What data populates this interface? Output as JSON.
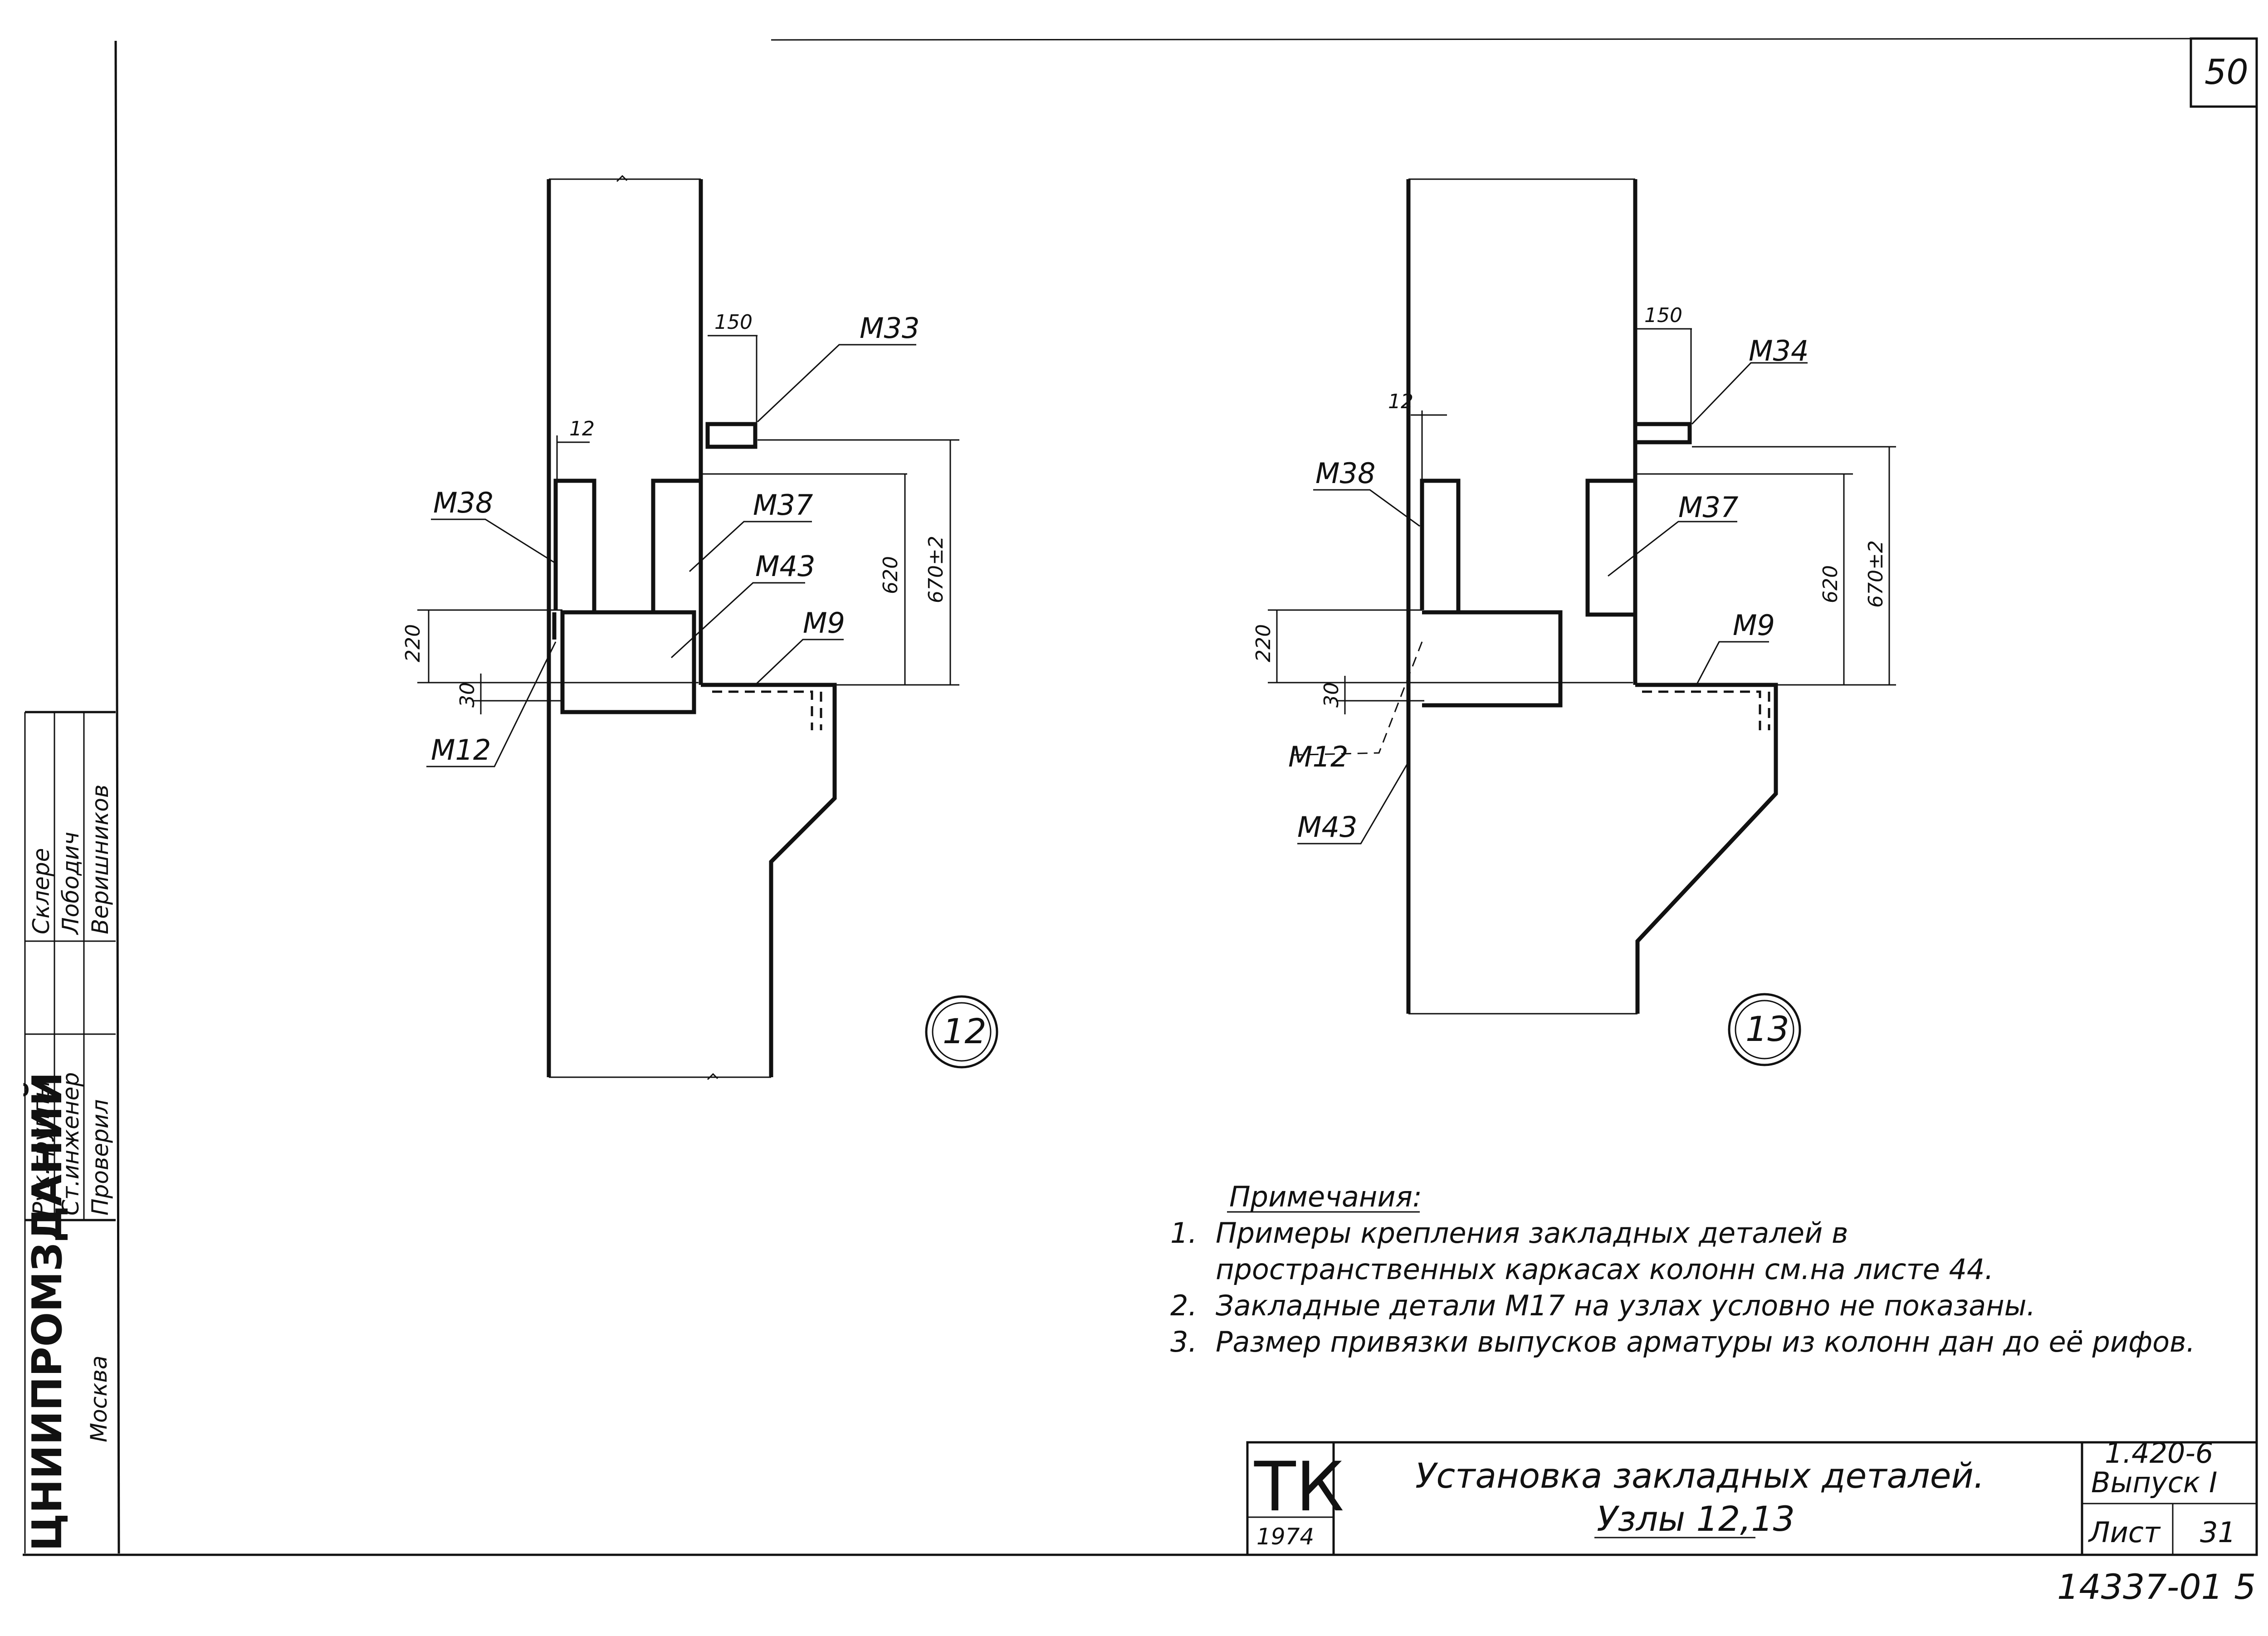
{
  "sheet": {
    "page_number": "50",
    "archive_number": "14337-01 5"
  },
  "node12": {
    "node_number": "12",
    "labels": {
      "m33": "M33",
      "m38": "M38",
      "m37": "M37",
      "m43": "M43",
      "m9": "M9",
      "m12": "M12"
    },
    "dims": {
      "d150": "150",
      "d12": "12",
      "d220": "220",
      "d30": "30",
      "d620": "620",
      "d670": "670±2"
    }
  },
  "node13": {
    "node_number": "13",
    "labels": {
      "m34": "M34",
      "m38": "M38",
      "m37": "M37",
      "m9": "M9",
      "m12": "M12",
      "m43": "M43"
    },
    "dims": {
      "d150": "150",
      "d12": "12",
      "d220": "220",
      "d30": "30",
      "d620": "620",
      "d670": "670±2"
    }
  },
  "notes": {
    "heading": "Примечания:",
    "items": [
      {
        "num": "1.",
        "line1": "Примеры крепления закладных деталей в",
        "line2": "пространственных каркасах колонн см.на листе 44."
      },
      {
        "num": "2.",
        "line1": "Закладные детали М17 на узлах условно не показаны."
      },
      {
        "num": "3.",
        "line1": "Размер привязки выпусков арматуры из колонн дан до её рифов."
      }
    ]
  },
  "title_block": {
    "org": "ТК",
    "year": "1974",
    "title_line1": "Установка закладных деталей.",
    "title_line2": "Узлы 12,13",
    "series": "1.420-6",
    "issue": "Выпуск I",
    "sheet_label": "Лист",
    "sheet_number": "31"
  },
  "side_stamp": {
    "institute": "ЦНИИПРОМЗДАНИЙ",
    "city": "Москва",
    "roles": [
      "Рук.группы",
      "Ст.инженер",
      "Проверил"
    ],
    "names": [
      "Склере",
      "Лободич",
      "Веришников"
    ]
  }
}
